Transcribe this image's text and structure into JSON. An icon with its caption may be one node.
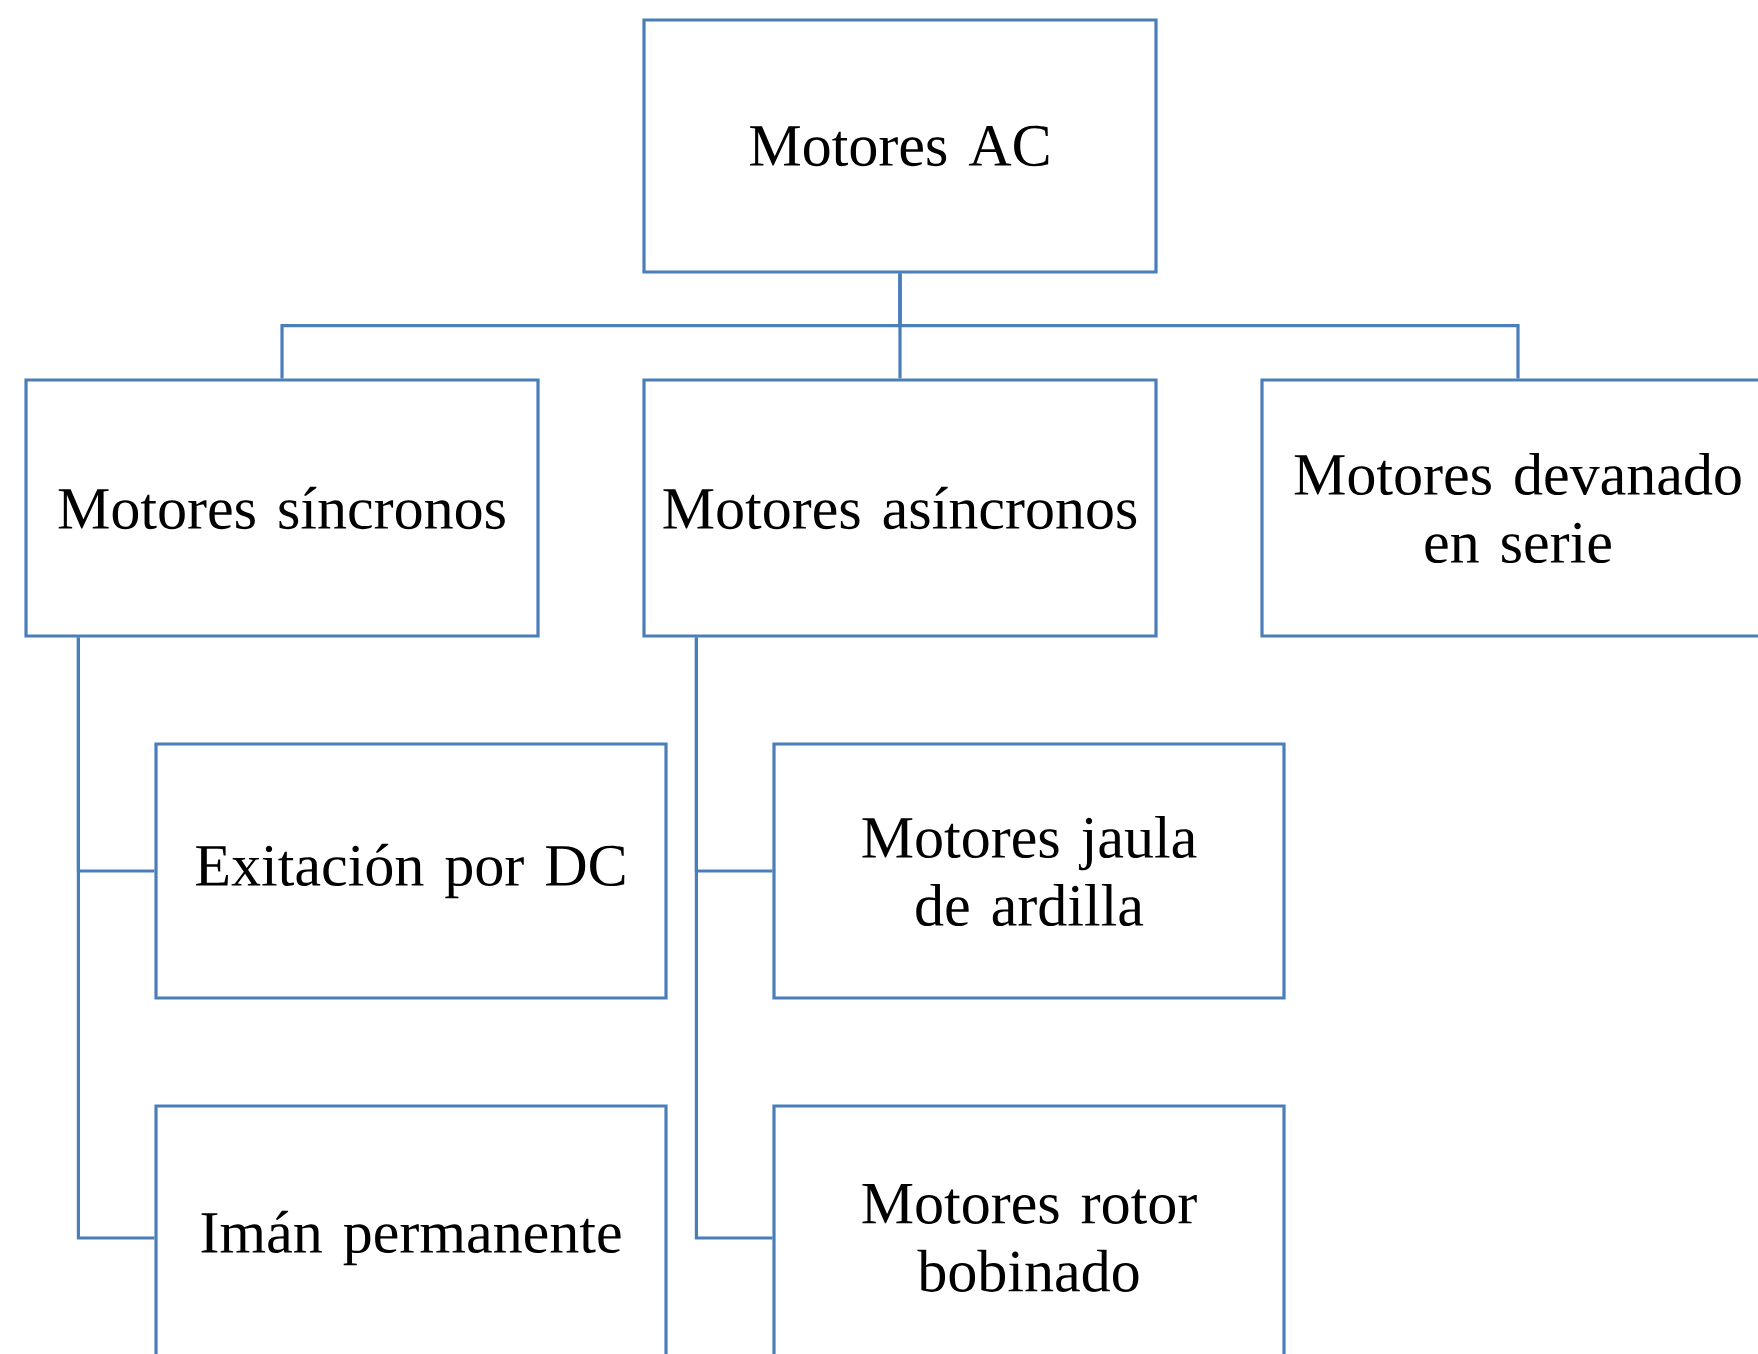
{
  "diagram": {
    "nodes": [
      {
        "text": [
          "Motores AC"
        ]
      },
      {
        "text": [
          "Motores síncronos"
        ]
      },
      {
        "text": [
          "Motores asíncronos"
        ]
      },
      {
        "text": [
          "Motores devanado en serie"
        ]
      },
      {
        "text": [
          "Exitación por DC"
        ]
      },
      {
        "text": [
          "Imán permanente"
        ]
      },
      {
        "text": [
          "Motores jaula de ardilla"
        ]
      },
      {
        "text": [
          "Motores rotor bobinado"
        ]
      }
    ],
    "edges": [
      {
        "from": 0,
        "to": 1,
        "arrow": "none"
      },
      {
        "from": 0,
        "to": 2,
        "arrow": "none"
      },
      {
        "from": 0,
        "to": 3,
        "arrow": "none"
      },
      {
        "from": 1,
        "to": 4,
        "arrow": "none"
      },
      {
        "from": 1,
        "to": 5,
        "arrow": "none"
      },
      {
        "from": 2,
        "to": 6,
        "arrow": "none"
      },
      {
        "from": 2,
        "to": 7,
        "arrow": "none"
      }
    ]
  }
}
